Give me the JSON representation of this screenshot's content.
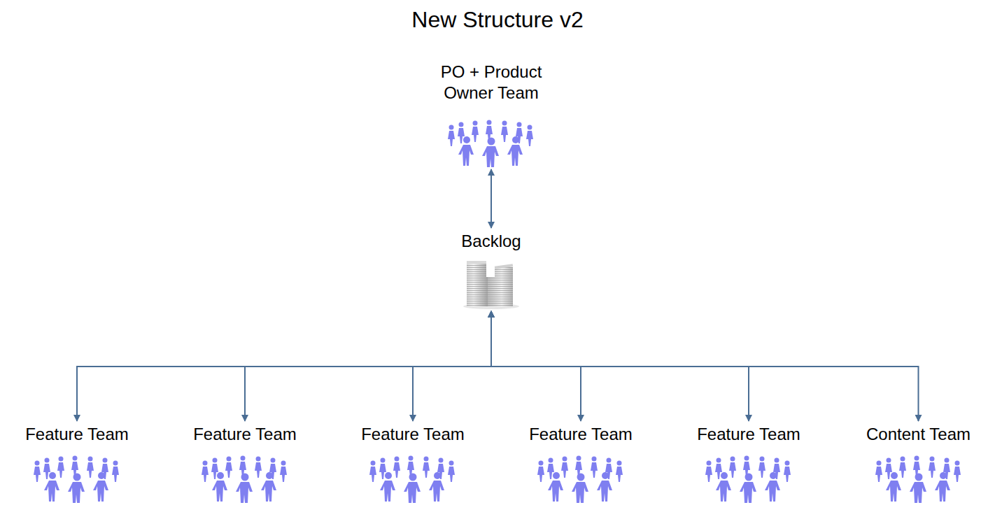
{
  "diagram": {
    "title": "New Structure v2",
    "nodes": [
      {
        "text": [
          "PO + Product Owner Team"
        ]
      },
      {
        "text": [
          "Backlog"
        ]
      },
      {
        "text": [
          "Feature Team"
        ]
      },
      {
        "text": [
          "Feature Team"
        ]
      },
      {
        "text": [
          "Feature Team"
        ]
      },
      {
        "text": [
          "Feature Team"
        ]
      },
      {
        "text": [
          "Feature Team"
        ]
      },
      {
        "text": [
          "Content Team"
        ]
      }
    ],
    "edges": [
      {
        "from": 0,
        "to": 1,
        "arrow": "both"
      },
      {
        "from": 1,
        "to": 2,
        "arrow": "both"
      },
      {
        "from": 1,
        "to": 3,
        "arrow": "both"
      },
      {
        "from": 1,
        "to": 4,
        "arrow": "both"
      },
      {
        "from": 1,
        "to": 5,
        "arrow": "both"
      },
      {
        "from": 1,
        "to": 6,
        "arrow": "both"
      },
      {
        "from": 1,
        "to": 7,
        "arrow": "both"
      }
    ]
  }
}
